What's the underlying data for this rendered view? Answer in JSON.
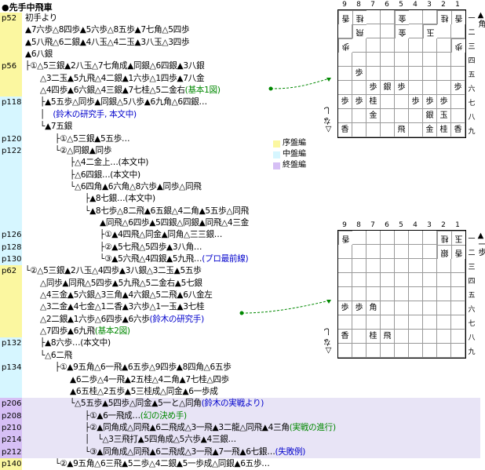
{
  "title": "●先手中飛車",
  "legend": [
    {
      "label": "序盤編",
      "color": "#fbf7a0"
    },
    {
      "label": "中盤編",
      "color": "#d6f6ff"
    },
    {
      "label": "終盤編",
      "color": "#d6bff5"
    }
  ],
  "lines": [
    {
      "page": "p52",
      "bg": "yellow",
      "indent": 0,
      "text": "初手より"
    },
    {
      "page": "",
      "bg": "yellow",
      "indent": 0,
      "text": "▲7六歩△8四歩▲5六歩△8五歩▲7七角△5四歩"
    },
    {
      "page": "",
      "bg": "yellow",
      "indent": 0,
      "text": "▲5八飛△6二銀▲4八玉△4二玉▲3八玉△3四歩"
    },
    {
      "page": "",
      "bg": "yellow",
      "indent": 0,
      "text": "▲6八銀"
    },
    {
      "page": "p56",
      "bg": "yellow",
      "indent": 0,
      "text": "├①△5三銀▲2八玉△7七角成▲同銀△6四銀▲3八銀"
    },
    {
      "page": "",
      "bg": "yellow",
      "indent": 1,
      "text": "△3二玉▲5九飛△4二銀▲1六歩△1四歩▲7八金"
    },
    {
      "page": "",
      "bg": "yellow",
      "indent": 1,
      "text": "△4四歩▲6六銀△4三銀▲7七桂△5二金右",
      "note": "(基本1図)",
      "noteColor": "green"
    },
    {
      "page": "p118",
      "bg": "cyan",
      "indent": 1,
      "text": "├▲5五歩△同歩▲同銀△5八歩▲6九角△6四銀…",
      "note": "",
      "noteColor": ""
    },
    {
      "page": "",
      "bg": "cyan",
      "indent": 1,
      "text": "│　",
      "note": "(鈴木の研究手, 本文中)",
      "noteColor": "blue"
    },
    {
      "page": "",
      "bg": "cyan",
      "indent": 1,
      "text": "└▲7五銀"
    },
    {
      "page": "p120",
      "bg": "cyan",
      "indent": 2,
      "text": "├①△5三銀▲5五歩…"
    },
    {
      "page": "p122",
      "bg": "cyan",
      "indent": 2,
      "text": "└②△同銀▲同歩"
    },
    {
      "page": "",
      "bg": "cyan",
      "indent": 3,
      "text": "├△4二金上…(本文中)"
    },
    {
      "page": "",
      "bg": "cyan",
      "indent": 3,
      "text": "├△6四銀…(本文中)"
    },
    {
      "page": "",
      "bg": "cyan",
      "indent": 3,
      "text": "└△6四角▲6六角△8六歩▲同歩△同飛"
    },
    {
      "page": "",
      "bg": "cyan",
      "indent": 4,
      "text": "├▲8七銀…(本文中)"
    },
    {
      "page": "",
      "bg": "cyan",
      "indent": 4,
      "text": "└▲8七歩△8二飛▲6五銀△4二角▲5五歩△同飛"
    },
    {
      "page": "",
      "bg": "cyan",
      "indent": 5,
      "text": "▲同飛△6四歩▲5四銀△同銀▲同飛△4三金"
    },
    {
      "page": "p126",
      "bg": "cyan",
      "indent": 5,
      "text": "├①▲4四飛△同金▲同角△三三銀…"
    },
    {
      "page": "p128",
      "bg": "cyan",
      "indent": 5,
      "text": "├②▲5七飛△5四歩▲3八角…"
    },
    {
      "page": "p130",
      "bg": "cyan",
      "indent": 5,
      "text": "└③▲5六飛△4四銀▲5九飛…",
      "note": "(プロ最前線)",
      "noteColor": "blue"
    },
    {
      "page": "p62",
      "bg": "yellow",
      "indent": 0,
      "text": "└②△5三銀▲2八玉△4四歩▲3八銀△3二玉▲5五歩"
    },
    {
      "page": "",
      "bg": "yellow",
      "indent": 1,
      "text": "△同歩▲同飛△5四歩▲5九飛△5二金右▲5七銀"
    },
    {
      "page": "",
      "bg": "yellow",
      "indent": 1,
      "text": "△4三金▲5六銀△3三角▲4六銀△5二飛▲6八金左"
    },
    {
      "page": "",
      "bg": "yellow",
      "indent": 1,
      "text": "△3二金▲4七金△1二香▲3六歩△1一玉▲3七桂"
    },
    {
      "page": "",
      "bg": "yellow",
      "indent": 1,
      "text": "△2二銀▲1六歩△6四歩▲6六歩",
      "note": "(鈴木の研究手)",
      "noteColor": "blue"
    },
    {
      "page": "",
      "bg": "yellow",
      "indent": 1,
      "text": "△7四歩▲6九飛",
      "note": "(基本2図)",
      "noteColor": "green"
    },
    {
      "page": "p132",
      "bg": "cyan",
      "indent": 1,
      "text": "├▲8六歩…(本文中)"
    },
    {
      "page": "",
      "bg": "cyan",
      "indent": 1,
      "text": "└△6二飛"
    },
    {
      "page": "p134",
      "bg": "cyan",
      "indent": 2,
      "text": "├①▲9五角△6一飛▲6五歩△9四歩▲8四角△6五歩"
    },
    {
      "page": "",
      "bg": "cyan",
      "indent": 3,
      "text": "▲6二歩△4一飛▲2五桂△4二角▲7七桂△四歩"
    },
    {
      "page": "",
      "bg": "cyan",
      "indent": 3,
      "text": "▲6五桂△2五歩▲5三桂成△同金▲6一歩成"
    },
    {
      "page": "p206",
      "bg": "purple",
      "hl": true,
      "indent": 3,
      "text": "└△5五歩▲5四歩△同金▲5一と△同角",
      "note": "(鈴木の実戦より)",
      "noteColor": "blue"
    },
    {
      "page": "p208",
      "bg": "purple",
      "hl": true,
      "indent": 4,
      "text": "├①▲6一飛成…",
      "note": "(幻の決め手)",
      "noteColor": "green"
    },
    {
      "page": "p210",
      "bg": "purple",
      "hl": true,
      "indent": 4,
      "text": "├②▲同角成△同飛▲6二飛成△3一飛▲3二龍△同飛▲4三角",
      "note": "(実戦の進行)",
      "noteColor": "green"
    },
    {
      "page": "p214",
      "bg": "purple",
      "hl": true,
      "indent": 4,
      "text": "│　└△3三飛打▲5四角成△5六歩▲4三銀…"
    },
    {
      "page": "p212",
      "bg": "purple",
      "hl": true,
      "indent": 4,
      "text": "└③▲同角成△同飛▲6二飛成△3一飛▲7一飛▲6七銀…",
      "note": "(失敗例)",
      "noteColor": "blue"
    },
    {
      "page": "p140",
      "bg": "yellow",
      "indent": 2,
      "text": "└②▲9五角△6三飛▲5二歩△4二銀▲5一歩成△同銀▲6五歩…"
    }
  ],
  "board1": {
    "files": [
      "9",
      "8",
      "7",
      "6",
      "5",
      "4",
      "3",
      "2",
      "1"
    ],
    "ranks": [
      "一",
      "二",
      "三",
      "四",
      "五",
      "六",
      "七",
      "八",
      "九"
    ],
    "hand_top": "▲角",
    "hand_bottom": "△な し",
    "cells": [
      [
        "香",
        "桂",
        "",
        "",
        "金",
        "",
        "",
        "桂",
        "香"
      ],
      [
        "",
        "飛",
        "",
        "",
        "金",
        "",
        "玉",
        "",
        ""
      ],
      [
        "歩",
        "",
        "",
        "",
        "",
        "",
        "",
        "",
        "歩"
      ],
      [
        "",
        "",
        "",
        "",
        "",
        "",
        "",
        "",
        ""
      ],
      [
        "",
        "",
        "",
        "",
        "",
        "",
        "",
        "",
        ""
      ],
      [
        "",
        "",
        "",
        "",
        "",
        "",
        "",
        "",
        ""
      ],
      [
        "",
        "",
        "",
        "",
        "",
        "",
        "",
        "",
        ""
      ],
      [
        "",
        "",
        "",
        "",
        "",
        "",
        "",
        "",
        ""
      ],
      [
        "",
        "",
        "",
        "",
        "",
        "",
        "",
        "",
        ""
      ]
    ],
    "sente": [
      [
        "",
        "",
        "",
        "",
        "",
        "",
        "",
        "",
        ""
      ],
      [
        "",
        "",
        "",
        "",
        "",
        "",
        "",
        "",
        ""
      ],
      [
        "",
        "",
        "",
        "",
        "",
        "",
        "",
        "",
        ""
      ],
      [
        "",
        "",
        "",
        "",
        "",
        "",
        "",
        "",
        ""
      ],
      [
        "",
        "歩",
        "",
        "",
        "",
        "",
        "",
        "",
        ""
      ],
      [
        "",
        "",
        "歩",
        "銀",
        "歩",
        "",
        "",
        "",
        "歩"
      ],
      [
        "歩",
        "歩",
        "桂",
        "",
        "",
        "歩",
        "歩",
        "歩",
        ""
      ],
      [
        "",
        "",
        "金",
        "",
        "",
        "",
        "銀",
        "玉",
        ""
      ],
      [
        "香",
        "",
        "",
        "",
        "飛",
        "",
        "金",
        "桂",
        "香"
      ]
    ]
  },
  "board2": {
    "files": [
      "9",
      "8",
      "7",
      "6",
      "5",
      "4",
      "3",
      "2",
      "1"
    ],
    "ranks": [
      "一",
      "二",
      "三",
      "四",
      "五",
      "六",
      "七",
      "八",
      "九"
    ],
    "hand_top": "▲一歩",
    "hand_bottom": "△な し",
    "cells": [
      [
        "香",
        "",
        "",
        "",
        "",
        "",
        "",
        "桂",
        "玉"
      ],
      [
        "",
        "",
        "",
        "",
        "",
        "",
        "",
        "銀",
        "香"
      ],
      [
        "",
        "",
        "",
        "",
        "",
        "",
        "",
        "",
        ""
      ],
      [
        "",
        "",
        "",
        "",
        "",
        "",
        "",
        "",
        ""
      ],
      [
        "",
        "",
        "",
        "",
        "",
        "",
        "",
        "",
        ""
      ],
      [
        "",
        "",
        "",
        "",
        "",
        "",
        "",
        "",
        ""
      ],
      [
        "",
        "",
        "",
        "",
        "",
        "",
        "",
        "",
        ""
      ],
      [
        "",
        "",
        "",
        "",
        "",
        "",
        "",
        "",
        ""
      ],
      [
        "",
        "",
        "",
        "",
        "",
        "",
        "",
        "",
        ""
      ]
    ],
    "sente": [
      [
        "",
        "",
        "",
        "",
        "",
        "",
        "",
        "",
        ""
      ],
      [
        "",
        "",
        "",
        "",
        "",
        "",
        "",
        "",
        ""
      ],
      [
        "",
        "",
        "",
        "",
        "",
        "",
        "",
        "",
        ""
      ],
      [
        "",
        "",
        "",
        "",
        "",
        "",
        "",
        "",
        ""
      ],
      [
        "",
        "",
        "",
        "",
        "",
        "",
        "",
        "",
        ""
      ],
      [
        "歩",
        "歩",
        "角",
        "",
        "",
        "",
        "",
        "",
        ""
      ],
      [
        "",
        "",
        "",
        "",
        "",
        "",
        "",
        "",
        ""
      ],
      [
        "香",
        "",
        "桂",
        "飛",
        "",
        "",
        "",
        "",
        ""
      ],
      [
        "",
        "",
        "",
        "",
        "",
        "",
        "",
        "",
        ""
      ]
    ]
  }
}
